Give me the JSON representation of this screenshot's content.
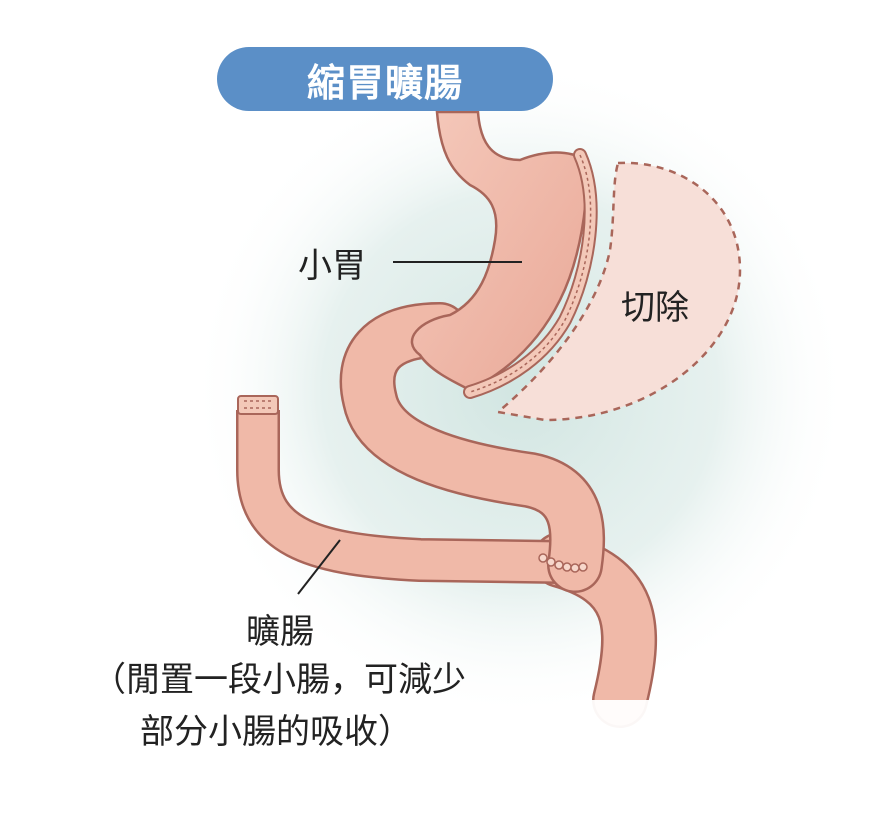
{
  "title": "縮胃曠腸",
  "labels": {
    "small_stomach": "小胃",
    "resection": "切除",
    "bypass": "曠腸",
    "bypass_note_line1": "（閒置一段小腸，可減少",
    "bypass_note_line2": "部分小腸的吸收）"
  },
  "colors": {
    "title_bg": "#5b8fc7",
    "title_text": "#ffffff",
    "organ_fill": "#f0b9a8",
    "organ_outline": "#a9665a",
    "resected_fill": "#f7dfd8",
    "background_glow": "#cfe4e0"
  }
}
